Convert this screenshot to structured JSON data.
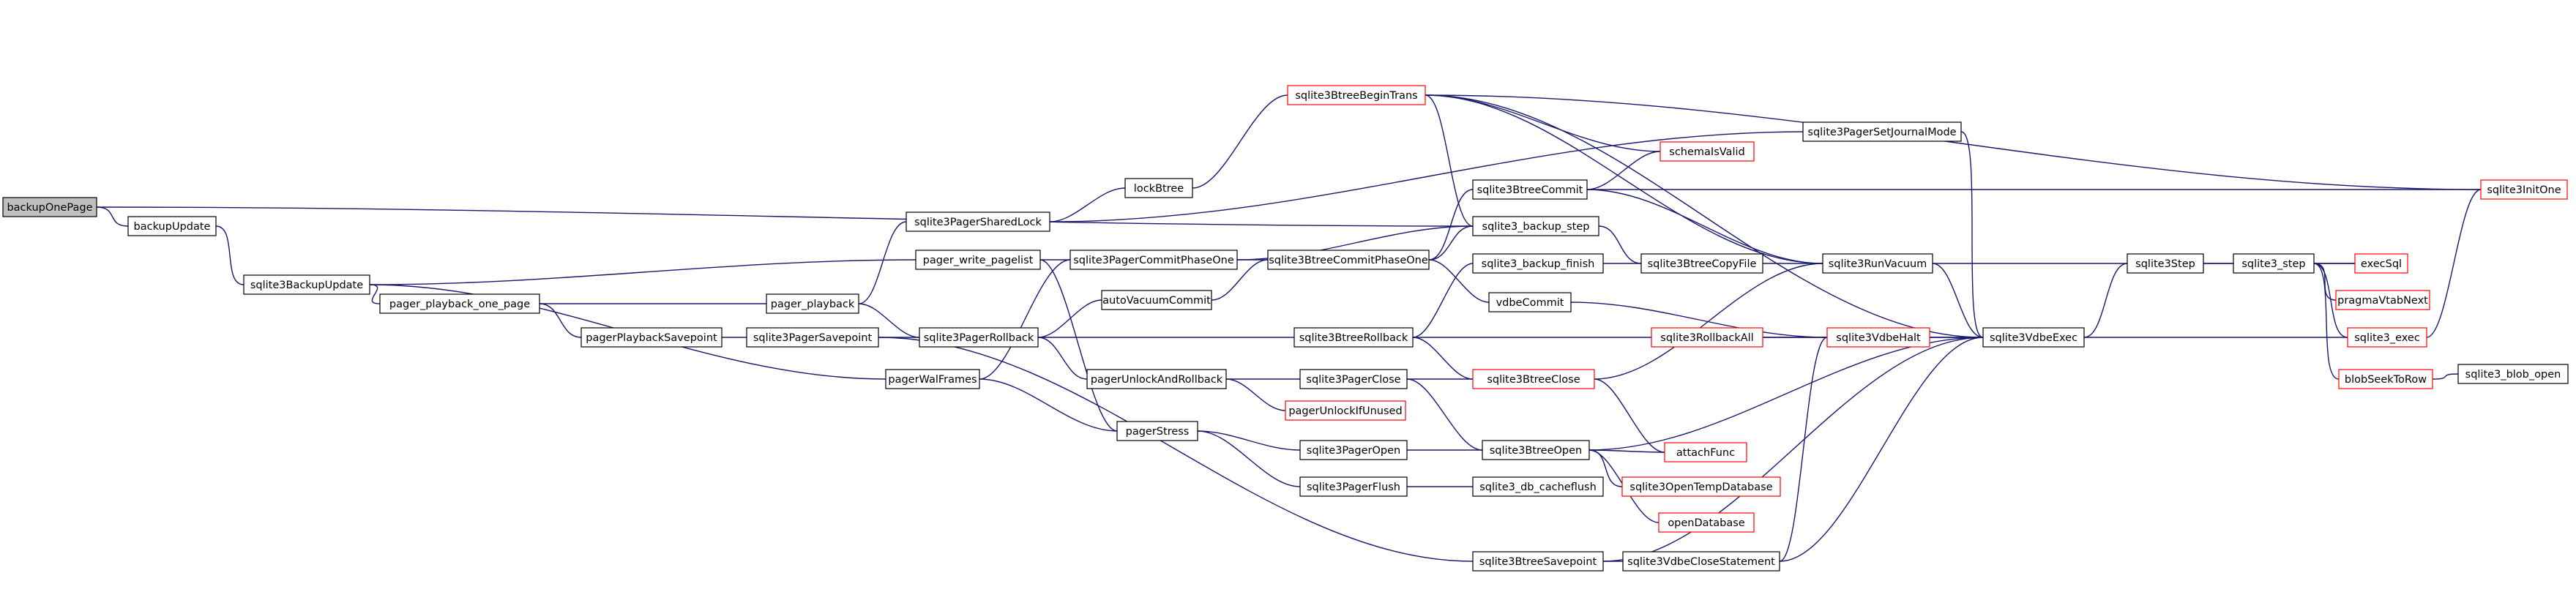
{
  "colors": {
    "edge": "#191970",
    "node_border": "#000000",
    "node_border_truncated": "#ff0000",
    "focus_fill": "#bfbfbf",
    "node_fill": "#ffffff",
    "text": "#000000"
  },
  "nodes": [
    {
      "id": "backupOnePage",
      "label": "backupOnePage",
      "focus": true
    },
    {
      "id": "backupUpdate",
      "label": "backupUpdate"
    },
    {
      "id": "sqlite3BackupUpdate",
      "label": "sqlite3BackupUpdate"
    },
    {
      "id": "pager_playback_one_page",
      "label": "pager_playback_one_page"
    },
    {
      "id": "pagerPlaybackSavepoint",
      "label": "pagerPlaybackSavepoint"
    },
    {
      "id": "sqlite3PagerSavepoint",
      "label": "sqlite3PagerSavepoint"
    },
    {
      "id": "sqlite3PagerSharedLock",
      "label": "sqlite3PagerSharedLock"
    },
    {
      "id": "pager_write_pagelist",
      "label": "pager_write_pagelist"
    },
    {
      "id": "pager_playback",
      "label": "pager_playback"
    },
    {
      "id": "sqlite3PagerRollback",
      "label": "sqlite3PagerRollback"
    },
    {
      "id": "pagerWalFrames",
      "label": "pagerWalFrames"
    },
    {
      "id": "lockBtree",
      "label": "lockBtree"
    },
    {
      "id": "sqlite3PagerCommitPhaseOne",
      "label": "sqlite3PagerCommitPhaseOne"
    },
    {
      "id": "autoVacuumCommit",
      "label": "autoVacuumCommit"
    },
    {
      "id": "pagerUnlockAndRollback",
      "label": "pagerUnlockAndRollback"
    },
    {
      "id": "pagerUnlockIfUnused",
      "label": "pagerUnlockIfUnused",
      "truncated": true
    },
    {
      "id": "pagerStress",
      "label": "pagerStress"
    },
    {
      "id": "sqlite3BtreeBeginTrans",
      "label": "sqlite3BtreeBeginTrans",
      "truncated": true
    },
    {
      "id": "sqlite3BtreeCommit",
      "label": "sqlite3BtreeCommit"
    },
    {
      "id": "sqlite3BtreeCommitPhaseOne",
      "label": "sqlite3BtreeCommitPhaseOne"
    },
    {
      "id": "sqlite3BtreeRollback",
      "label": "sqlite3BtreeRollback"
    },
    {
      "id": "sqlite3PagerClose",
      "label": "sqlite3PagerClose"
    },
    {
      "id": "sqlite3PagerOpen",
      "label": "sqlite3PagerOpen"
    },
    {
      "id": "sqlite3PagerFlush",
      "label": "sqlite3PagerFlush"
    },
    {
      "id": "sqlite3BtreeSavepoint",
      "label": "sqlite3BtreeSavepoint"
    },
    {
      "id": "sqlite3_backup_step",
      "label": "sqlite3_backup_step"
    },
    {
      "id": "sqlite3_backup_finish",
      "label": "sqlite3_backup_finish"
    },
    {
      "id": "vdbeCommit",
      "label": "vdbeCommit"
    },
    {
      "id": "sqlite3BtreeClose",
      "label": "sqlite3BtreeClose",
      "truncated": true
    },
    {
      "id": "sqlite3BtreeOpen",
      "label": "sqlite3BtreeOpen"
    },
    {
      "id": "sqlite3_db_cacheflush",
      "label": "sqlite3_db_cacheflush"
    },
    {
      "id": "sqlite3VdbeCloseStatement",
      "label": "sqlite3VdbeCloseStatement"
    },
    {
      "id": "schemaIsValid",
      "label": "schemaIsValid",
      "truncated": true
    },
    {
      "id": "sqlite3PagerSetJournalMode",
      "label": "sqlite3PagerSetJournalMode"
    },
    {
      "id": "sqlite3BtreeCopyFile",
      "label": "sqlite3BtreeCopyFile"
    },
    {
      "id": "sqlite3RollbackAll",
      "label": "sqlite3RollbackAll",
      "truncated": true
    },
    {
      "id": "attachFunc",
      "label": "attachFunc",
      "truncated": true
    },
    {
      "id": "sqlite3OpenTempDatabase",
      "label": "sqlite3OpenTempDatabase",
      "truncated": true
    },
    {
      "id": "openDatabase",
      "label": "openDatabase",
      "truncated": true
    },
    {
      "id": "sqlite3RunVacuum",
      "label": "sqlite3RunVacuum"
    },
    {
      "id": "sqlite3VdbeHalt",
      "label": "sqlite3VdbeHalt",
      "truncated": true
    },
    {
      "id": "sqlite3VdbeExec",
      "label": "sqlite3VdbeExec"
    },
    {
      "id": "sqlite3Step",
      "label": "sqlite3Step"
    },
    {
      "id": "sqlite3_step",
      "label": "sqlite3_step"
    },
    {
      "id": "execSql",
      "label": "execSql",
      "truncated": true
    },
    {
      "id": "pragmaVtabNext",
      "label": "pragmaVtabNext",
      "truncated": true
    },
    {
      "id": "sqlite3_exec",
      "label": "sqlite3_exec",
      "truncated": true
    },
    {
      "id": "blobSeekToRow",
      "label": "blobSeekToRow",
      "truncated": true
    },
    {
      "id": "sqlite3_blob_open",
      "label": "sqlite3_blob_open"
    },
    {
      "id": "sqlite3InitOne",
      "label": "sqlite3InitOne",
      "truncated": true
    }
  ],
  "edges": [
    {
      "from": "backupUpdate",
      "to": "backupOnePage"
    },
    {
      "from": "sqlite3_backup_step",
      "to": "backupOnePage"
    },
    {
      "from": "sqlite3BackupUpdate",
      "to": "backupUpdate"
    },
    {
      "from": "pager_write_pagelist",
      "to": "sqlite3BackupUpdate"
    },
    {
      "from": "pager_playback_one_page",
      "to": "sqlite3BackupUpdate"
    },
    {
      "from": "pagerWalFrames",
      "to": "sqlite3BackupUpdate"
    },
    {
      "from": "pager_playback",
      "to": "pager_playback_one_page"
    },
    {
      "from": "pagerPlaybackSavepoint",
      "to": "pager_playback_one_page"
    },
    {
      "from": "sqlite3PagerSavepoint",
      "to": "pagerPlaybackSavepoint"
    },
    {
      "from": "sqlite3PagerRollback",
      "to": "sqlite3PagerSavepoint"
    },
    {
      "from": "sqlite3BtreeSavepoint",
      "to": "sqlite3PagerSavepoint"
    },
    {
      "from": "pager_playback",
      "to": "sqlite3PagerSharedLock"
    },
    {
      "from": "sqlite3PagerRollback",
      "to": "pager_playback"
    },
    {
      "from": "lockBtree",
      "to": "sqlite3PagerSharedLock"
    },
    {
      "from": "sqlite3PagerSetJournalMode",
      "to": "sqlite3PagerSharedLock"
    },
    {
      "from": "sqlite3PagerCommitPhaseOne",
      "to": "pager_write_pagelist"
    },
    {
      "from": "pagerStress",
      "to": "pager_write_pagelist"
    },
    {
      "from": "sqlite3PagerCommitPhaseOne",
      "to": "pagerWalFrames"
    },
    {
      "from": "pagerStress",
      "to": "pagerWalFrames"
    },
    {
      "from": "sqlite3BtreeBeginTrans",
      "to": "lockBtree"
    },
    {
      "from": "sqlite3BtreeCommitPhaseOne",
      "to": "sqlite3PagerCommitPhaseOne"
    },
    {
      "from": "sqlite3_backup_step",
      "to": "sqlite3PagerCommitPhaseOne"
    },
    {
      "from": "autoVacuumCommit",
      "to": "sqlite3PagerRollback"
    },
    {
      "from": "pagerUnlockAndRollback",
      "to": "sqlite3PagerRollback"
    },
    {
      "from": "sqlite3BtreeRollback",
      "to": "sqlite3PagerRollback"
    },
    {
      "from": "sqlite3BtreeCommitPhaseOne",
      "to": "autoVacuumCommit"
    },
    {
      "from": "sqlite3PagerClose",
      "to": "pagerUnlockAndRollback"
    },
    {
      "from": "pagerUnlockIfUnused",
      "to": "pagerUnlockAndRollback"
    },
    {
      "from": "sqlite3PagerOpen",
      "to": "pagerStress"
    },
    {
      "from": "sqlite3PagerFlush",
      "to": "pagerStress"
    },
    {
      "from": "sqlite3BtreeCommit",
      "to": "sqlite3BtreeCommitPhaseOne"
    },
    {
      "from": "sqlite3_backup_step",
      "to": "sqlite3BtreeCommitPhaseOne"
    },
    {
      "from": "vdbeCommit",
      "to": "sqlite3BtreeCommitPhaseOne"
    },
    {
      "from": "sqlite3_backup_finish",
      "to": "sqlite3BtreeRollback"
    },
    {
      "from": "sqlite3BtreeClose",
      "to": "sqlite3BtreeRollback"
    },
    {
      "from": "sqlite3RollbackAll",
      "to": "sqlite3BtreeRollback"
    },
    {
      "from": "sqlite3BtreeClose",
      "to": "sqlite3PagerClose"
    },
    {
      "from": "sqlite3BtreeOpen",
      "to": "sqlite3PagerClose"
    },
    {
      "from": "sqlite3BtreeOpen",
      "to": "sqlite3PagerOpen"
    },
    {
      "from": "sqlite3_db_cacheflush",
      "to": "sqlite3PagerFlush"
    },
    {
      "from": "sqlite3VdbeCloseStatement",
      "to": "sqlite3BtreeSavepoint"
    },
    {
      "from": "sqlite3VdbeExec",
      "to": "sqlite3BtreeSavepoint"
    },
    {
      "from": "sqlite3BtreeCopyFile",
      "to": "sqlite3_backup_step"
    },
    {
      "from": "sqlite3BtreeBeginTrans",
      "to": "sqlite3_backup_step"
    },
    {
      "from": "sqlite3BtreeCopyFile",
      "to": "sqlite3_backup_finish"
    },
    {
      "from": "sqlite3VdbeHalt",
      "to": "vdbeCommit"
    },
    {
      "from": "sqlite3RunVacuum",
      "to": "sqlite3BtreeCommit"
    },
    {
      "from": "sqlite3InitOne",
      "to": "sqlite3BtreeCommit"
    },
    {
      "from": "sqlite3BtreeCommit",
      "to": "schemaIsValid"
    },
    {
      "from": "sqlite3RunVacuum",
      "to": "sqlite3BtreeCopyFile"
    },
    {
      "from": "sqlite3VdbeExec",
      "to": "sqlite3PagerSetJournalMode"
    },
    {
      "from": "sqlite3BtreeClose",
      "to": "sqlite3RunVacuum"
    },
    {
      "from": "sqlite3BtreeClose",
      "to": "attachFunc"
    },
    {
      "from": "sqlite3BtreeOpen",
      "to": "attachFunc"
    },
    {
      "from": "sqlite3BtreeOpen",
      "to": "sqlite3OpenTempDatabase"
    },
    {
      "from": "sqlite3BtreeOpen",
      "to": "openDatabase"
    },
    {
      "from": "sqlite3VdbeExec",
      "to": "sqlite3BtreeOpen"
    },
    {
      "from": "sqlite3VdbeHalt",
      "to": "sqlite3VdbeCloseStatement"
    },
    {
      "from": "sqlite3VdbeExec",
      "to": "sqlite3VdbeCloseStatement"
    },
    {
      "from": "sqlite3VdbeHalt",
      "to": "sqlite3RollbackAll"
    },
    {
      "from": "sqlite3VdbeExec",
      "to": "sqlite3RollbackAll"
    },
    {
      "from": "sqlite3RunVacuum",
      "to": "sqlite3BtreeBeginTrans"
    },
    {
      "from": "sqlite3VdbeExec",
      "to": "sqlite3BtreeBeginTrans"
    },
    {
      "from": "sqlite3InitOne",
      "to": "sqlite3BtreeBeginTrans"
    },
    {
      "from": "sqlite3BtreeBeginTrans",
      "to": "schemaIsValid"
    },
    {
      "from": "sqlite3VdbeExec",
      "to": "sqlite3VdbeHalt"
    },
    {
      "from": "sqlite3VdbeExec",
      "to": "sqlite3RunVacuum"
    },
    {
      "from": "execSql",
      "to": "sqlite3RunVacuum"
    },
    {
      "from": "sqlite3_exec",
      "to": "sqlite3VdbeExec"
    },
    {
      "from": "sqlite3Step",
      "to": "sqlite3VdbeExec"
    },
    {
      "from": "sqlite3_step",
      "to": "sqlite3Step"
    },
    {
      "from": "execSql",
      "to": "sqlite3_step"
    },
    {
      "from": "pragmaVtabNext",
      "to": "sqlite3_step"
    },
    {
      "from": "sqlite3_exec",
      "to": "sqlite3_step"
    },
    {
      "from": "blobSeekToRow",
      "to": "sqlite3_step"
    },
    {
      "from": "sqlite3_blob_open",
      "to": "blobSeekToRow"
    },
    {
      "from": "sqlite3InitOne",
      "to": "sqlite3_exec"
    }
  ]
}
